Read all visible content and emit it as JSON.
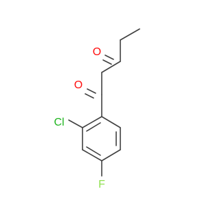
{
  "molecule": {
    "atoms": {
      "ketone_oxygen_top": "O",
      "ketone_oxygen_aryl": "O",
      "chlorine": "Cl",
      "fluorine": "F"
    }
  },
  "colors": {
    "bond": "#404040",
    "oxygen": "#ff0d0d",
    "chlorine": "#1fb51f",
    "fluorine": "#90e050"
  }
}
